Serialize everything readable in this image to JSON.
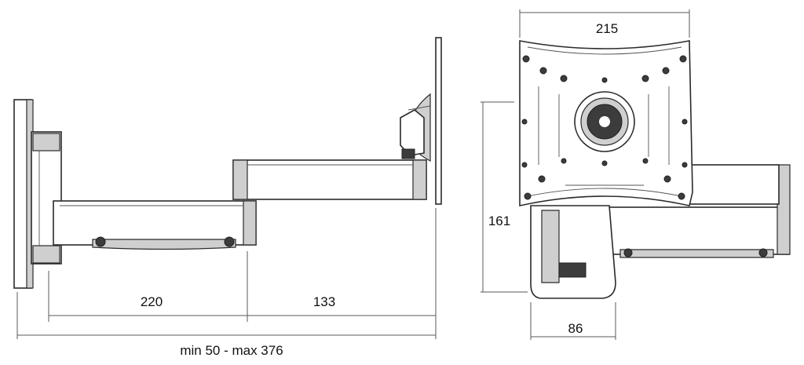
{
  "dimensions": {
    "arm_segment_1": "220",
    "arm_segment_2": "133",
    "depth_range": "min 50 - max 376",
    "plate_width": "215",
    "bracket_height": "161",
    "wall_plate_width": "86"
  }
}
